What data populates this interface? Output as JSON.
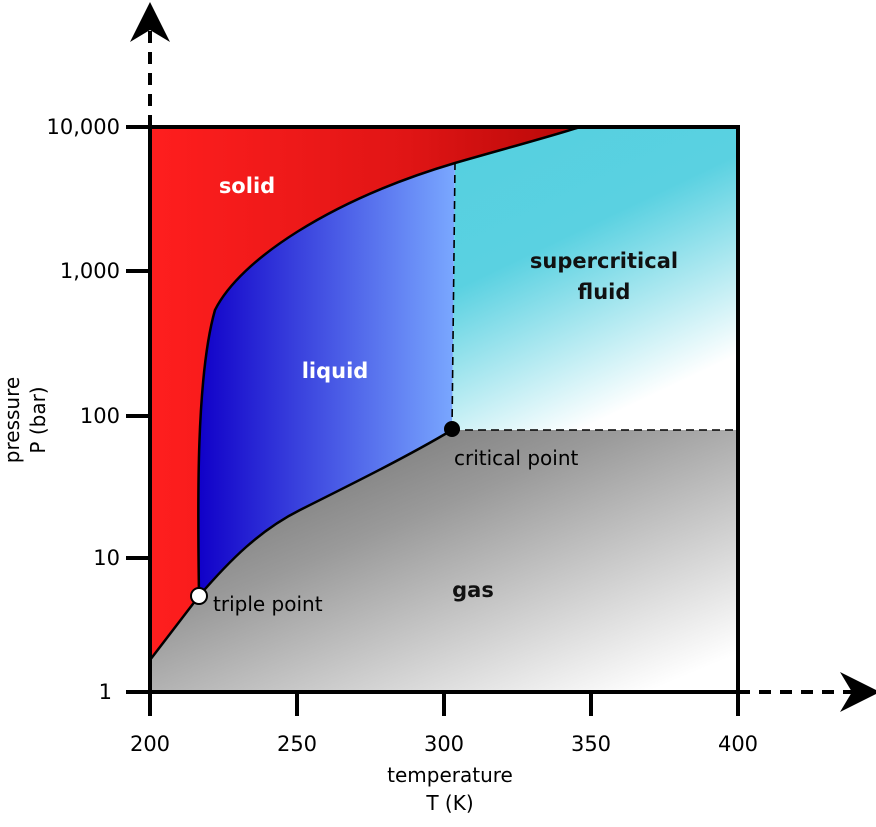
{
  "diagram": {
    "y_axis": {
      "label_line1": "pressure",
      "label_line2": "P (bar)",
      "ticks": [
        "10,000",
        "1,000",
        "100",
        "10",
        "1"
      ]
    },
    "x_axis": {
      "label_line1": "temperature",
      "label_line2": "T (K)",
      "ticks": [
        "200",
        "250",
        "300",
        "350",
        "400"
      ]
    },
    "regions": {
      "solid": "solid",
      "liquid": "liquid",
      "supercritical_line1": "supercritical",
      "supercritical_line2": "fluid",
      "gas": "gas"
    },
    "points": {
      "triple": "triple point",
      "critical": "critical point"
    },
    "colors": {
      "solid": "#f21a1a",
      "liquid": "#1a10d0",
      "supercritical": "#56d0e0",
      "gas": "#808080"
    }
  }
}
